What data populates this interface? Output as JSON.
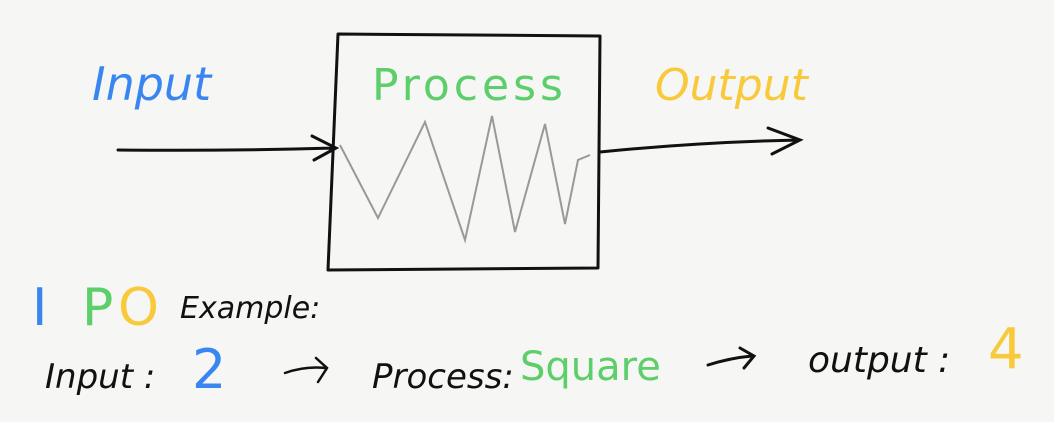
{
  "diagram": {
    "input_label": "Input",
    "process_label": "Process",
    "output_label": "Output"
  },
  "example": {
    "ipo_i": "I",
    "ipo_p": "P",
    "ipo_o": "O",
    "heading": "Example:",
    "input_text": "Input :",
    "input_value": "2",
    "process_text": "Process:",
    "process_value": "Square",
    "output_text": "output :",
    "output_value": "4"
  },
  "colors": {
    "background": "#f6f6f4",
    "input": "#3a86f0",
    "process": "#5ccf6a",
    "output": "#f8c93a",
    "ink": "#111111",
    "zigzag": "#9a9a9a"
  }
}
